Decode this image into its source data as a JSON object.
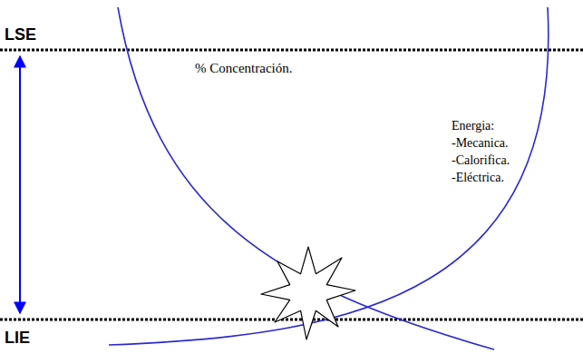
{
  "diagram": {
    "labels": [
      "LSE",
      "LIE",
      "% Concentración.",
      "Energia:",
      "-Mecanica.",
      "-Calorifica.",
      "-Eléctrica."
    ]
  }
}
